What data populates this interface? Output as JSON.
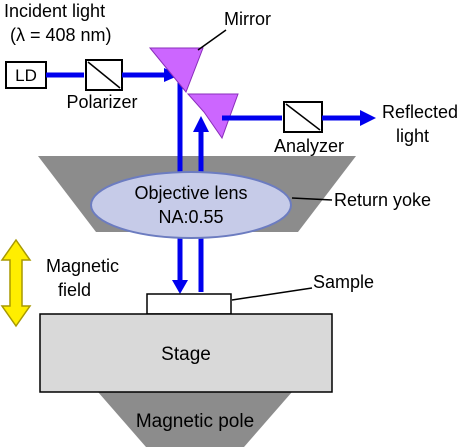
{
  "labels": {
    "incident_light": "Incident light",
    "wavelength": "(λ = 408 nm)",
    "ld": "LD",
    "polarizer": "Polarizer",
    "mirror": "Mirror",
    "analyzer": "Analyzer",
    "reflected_light_line1": "Reflected",
    "reflected_light_line2": "light",
    "objective_lens": "Objective lens",
    "numerical_aperture": "NA:0.55",
    "return_yoke": "Return yoke",
    "magnetic_field_line1": "Magnetic",
    "magnetic_field_line2": "field",
    "sample": "Sample",
    "stage": "Stage",
    "magnetic_pole": "Magnetic pole"
  },
  "colors": {
    "beam": "#0000ee",
    "mirror": "#cc66ff",
    "yoke": "#8c8c8c",
    "lens_fill": "#c6cbe8",
    "lens_stroke": "#6c7cc0",
    "stage_fill": "#d9d9d9",
    "field_arrow": "#ffee00",
    "field_arrow_stroke": "#a89900"
  }
}
